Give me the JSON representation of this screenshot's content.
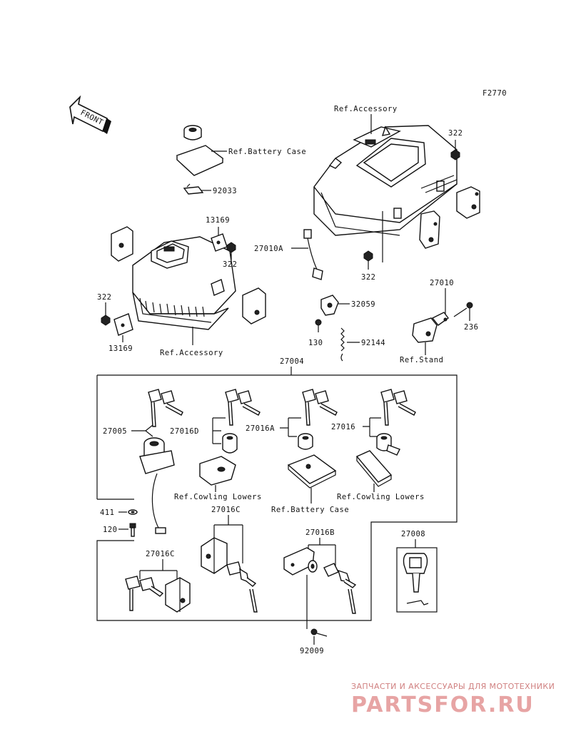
{
  "figure_code": "F2770",
  "front_arrow_text": "FRONT",
  "labels": {
    "ref_accessory_top": "Ref.Accessory",
    "ref_battery_case_top": "Ref.Battery Case",
    "p92033": "92033",
    "p322_a": "322",
    "p13169_a": "13169",
    "p322_b": "322",
    "p322_c": "322",
    "p13169_b": "13169",
    "ref_accessory_left": "Ref.Accessory",
    "p27010A": "27010A",
    "p322_d": "322",
    "p32059": "32059",
    "p130": "130",
    "p92144": "92144",
    "p27010": "27010",
    "p236": "236",
    "ref_stand": "Ref.Stand",
    "p27004": "27004",
    "p27005": "27005",
    "p27016D": "27016D",
    "p27016A": "27016A",
    "p27016": "27016",
    "ref_cowling_lowers_1": "Ref.Cowling Lowers",
    "ref_cowling_lowers_2": "Ref.Cowling Lowers",
    "ref_battery_case_mid": "Ref.Battery Case",
    "p411": "411",
    "p120": "120",
    "p27016C_a": "27016C",
    "p27016B": "27016B",
    "p27008": "27008",
    "p27016C_b": "27016C",
    "p92009": "92009"
  },
  "watermark": {
    "caption": "ЗАПЧАСТИ И АКСЕССУАРЫ ДЛЯ МОТОТЕХНИКИ",
    "brand": "PARTSFOR.RU"
  }
}
